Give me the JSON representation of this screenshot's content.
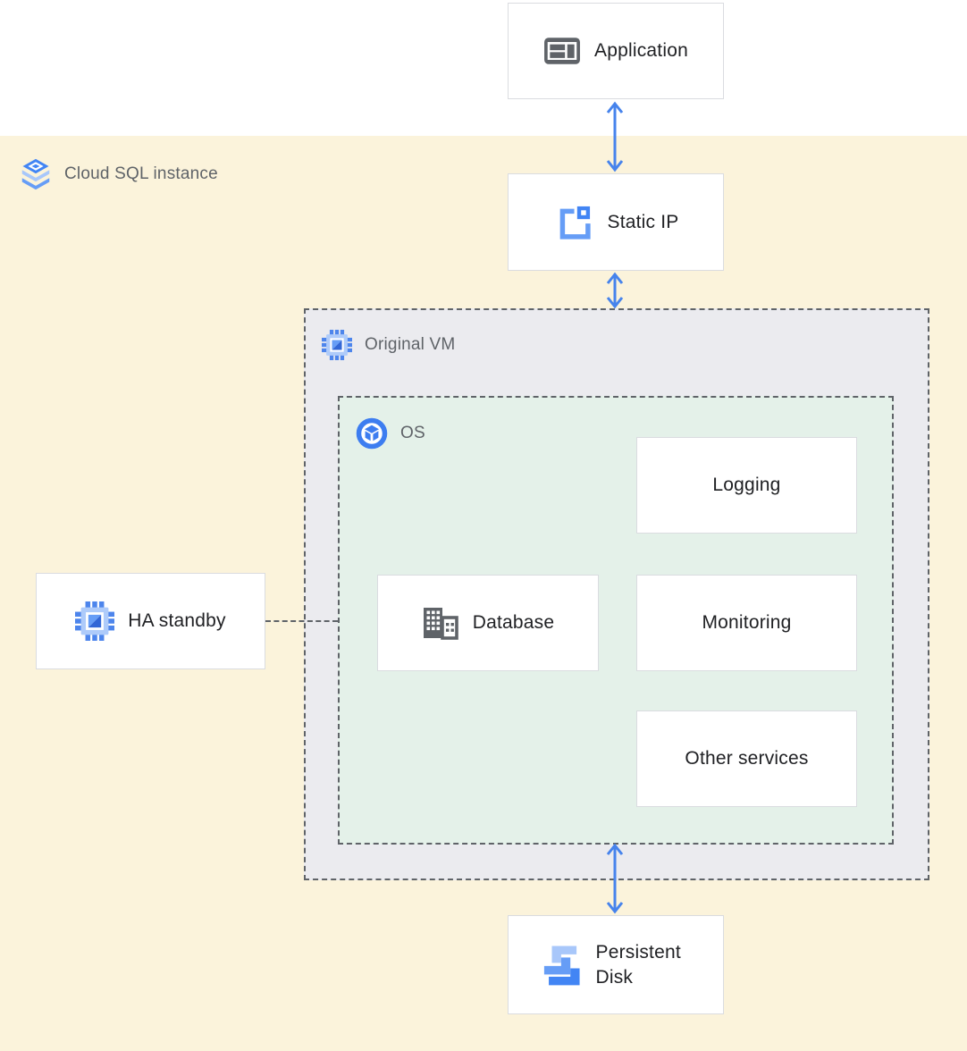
{
  "regions": {
    "cloud_sql_instance": {
      "label": "Cloud SQL instance",
      "icon": "cloud-sql-icon"
    },
    "original_vm": {
      "label": "Original VM",
      "icon": "compute-engine-icon"
    },
    "os": {
      "label": "OS",
      "icon": "os-icon"
    }
  },
  "nodes": {
    "application": {
      "label": "Application",
      "icon": "application-window-icon"
    },
    "static_ip": {
      "label": "Static IP",
      "icon": "external-ip-icon"
    },
    "logging": {
      "label": "Logging"
    },
    "database": {
      "label": "Database",
      "icon": "building-icon"
    },
    "monitoring": {
      "label": "Monitoring"
    },
    "other_services": {
      "label": "Other services"
    },
    "ha_standby": {
      "label": "HA standby",
      "icon": "compute-engine-icon"
    },
    "persistent_disk": {
      "label": "Persistent Disk",
      "icon": "persistent-disk-icon"
    }
  },
  "connections": [
    {
      "from": "application",
      "to": "static_ip",
      "type": "double-headed-arrow"
    },
    {
      "from": "static_ip",
      "to": "original_vm",
      "type": "double-headed-arrow"
    },
    {
      "from": "os",
      "to": "persistent_disk",
      "type": "double-headed-arrow"
    },
    {
      "from": "ha_standby",
      "to": "os",
      "type": "dashed-line"
    }
  ],
  "colors": {
    "background_top": "#FFFFFF",
    "cloud_sql_region_background": "#FBF3DB",
    "vm_region_background": "#EBEBEF",
    "os_region_background": "#E4F1E9",
    "card_background": "#FFFFFF",
    "card_border": "#DADCE0",
    "dashed_border": "#5F6368",
    "arrow_blue": "#4683EC",
    "icon_gray": "#5F6368",
    "google_blue": "#4285F4",
    "google_blue_medium": "#669DF6",
    "google_blue_light": "#A8C7FA",
    "region_label_text": "#5F6368",
    "card_label_text": "#202124"
  }
}
